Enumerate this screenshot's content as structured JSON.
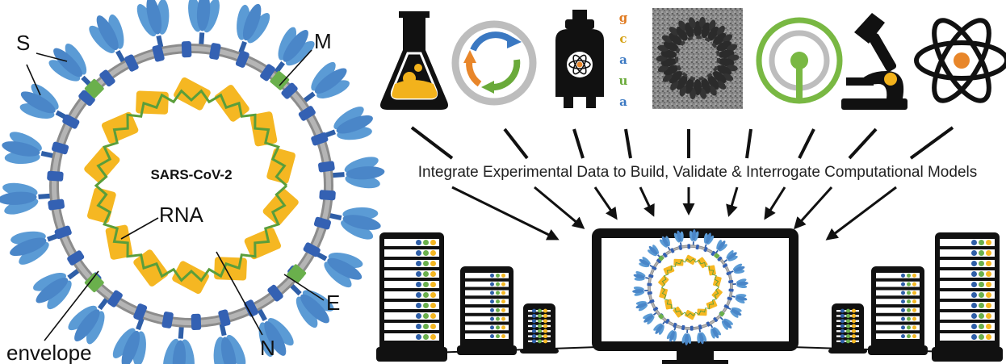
{
  "virus": {
    "name": "SARS-CoV-2",
    "labels": {
      "s": "S",
      "m": "M",
      "e": "E",
      "n": "N",
      "rna": "RNA",
      "envelope": "envelope"
    }
  },
  "caption": "Integrate Experimental Data to Build, Validate & Interrogate Computational Models",
  "sequence_letters": [
    {
      "letter": "g",
      "color": "#e07a1f"
    },
    {
      "letter": "c",
      "color": "#d6a318"
    },
    {
      "letter": "a",
      "color": "#3a78c2"
    },
    {
      "letter": "u",
      "color": "#6aaa3a"
    },
    {
      "letter": "a",
      "color": "#3a78c2"
    }
  ],
  "colors": {
    "spike_blue": "#5b9bd5",
    "spike_dark": "#2f5fa8",
    "membrane_blue": "#3461b3",
    "envelope_green": "#6ab04c",
    "nucleocapsid_yellow": "#f5b722",
    "rna_green": "#5a9e3b",
    "accent_orange": "#e8862a",
    "ring_green": "#79b843",
    "ring_gray": "#bdbdbd",
    "black": "#111111"
  },
  "icons": [
    "flask-icon",
    "cycle-arrows-icon",
    "reactor-atom-icon",
    "sequence-icon",
    "cryo-em-micrograph-icon",
    "signal-ring-icon",
    "microscope-icon",
    "atom-icon"
  ]
}
